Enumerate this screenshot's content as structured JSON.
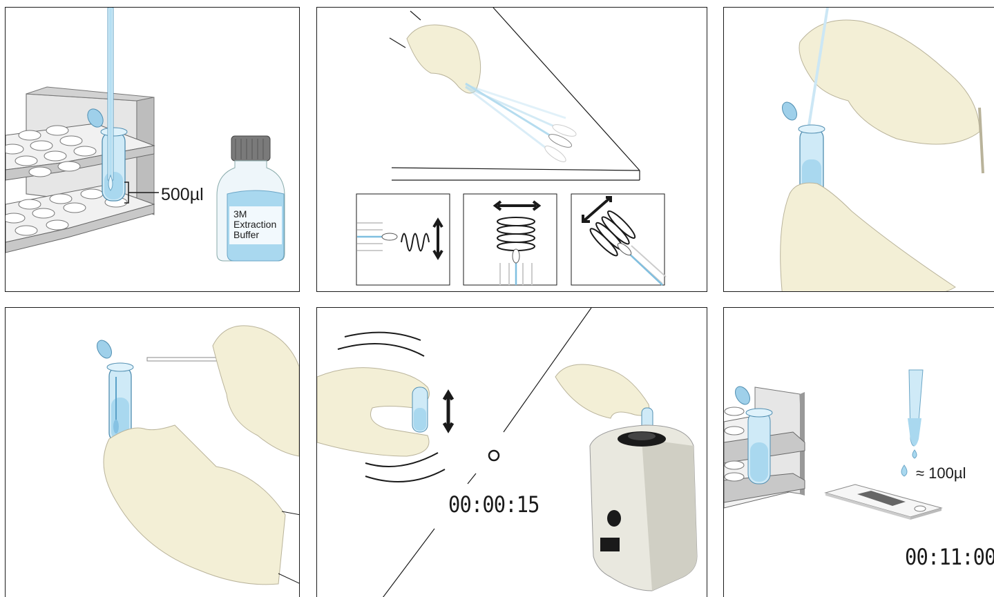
{
  "panels": {
    "panel1": {
      "volume_label": "500µl",
      "bottle_label": [
        "3M",
        "Extraction",
        "Buffer"
      ]
    },
    "panel5": {
      "timer": "00:00:15"
    },
    "panel6": {
      "volume_label": "≈ 100µl",
      "timer": "00:11:00"
    }
  },
  "colors": {
    "liquid": "#a9d8ef",
    "glove": "#f3efd6",
    "glove_stroke": "#b9b39a",
    "rack": "#e8e8e8",
    "line": "#1a1a1a"
  }
}
